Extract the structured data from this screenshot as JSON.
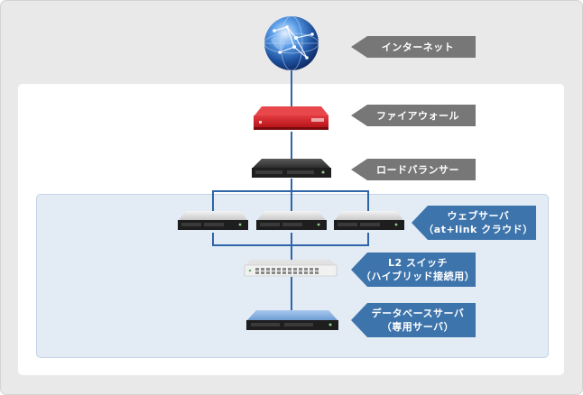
{
  "labels": {
    "internet": "インターネット",
    "firewall": "ファイアウォール",
    "load_balancer": "ロードバランサー",
    "web_server_line1": "ウェブサーバ",
    "web_server_line2": "（at+link クラウド）",
    "l2_switch_line1": "L2 スイッチ",
    "l2_switch_line2": "（ハイブリッド接続用）",
    "db_server_line1": "データベースサーバ",
    "db_server_line2": "（専用サーバ）"
  },
  "icons": {
    "internet": "globe-icon",
    "firewall": "firewall-appliance-icon",
    "load_balancer": "rack-server-icon",
    "web_servers": "rack-server-icon",
    "l2_switch": "network-switch-icon",
    "db_server": "rack-server-icon"
  },
  "colors": {
    "tag_gray": "#777777",
    "tag_blue": "#3d74ac",
    "connector": "#2f64a8",
    "firewall": "#c6161c",
    "zone_fill": "#e3ebf5"
  }
}
